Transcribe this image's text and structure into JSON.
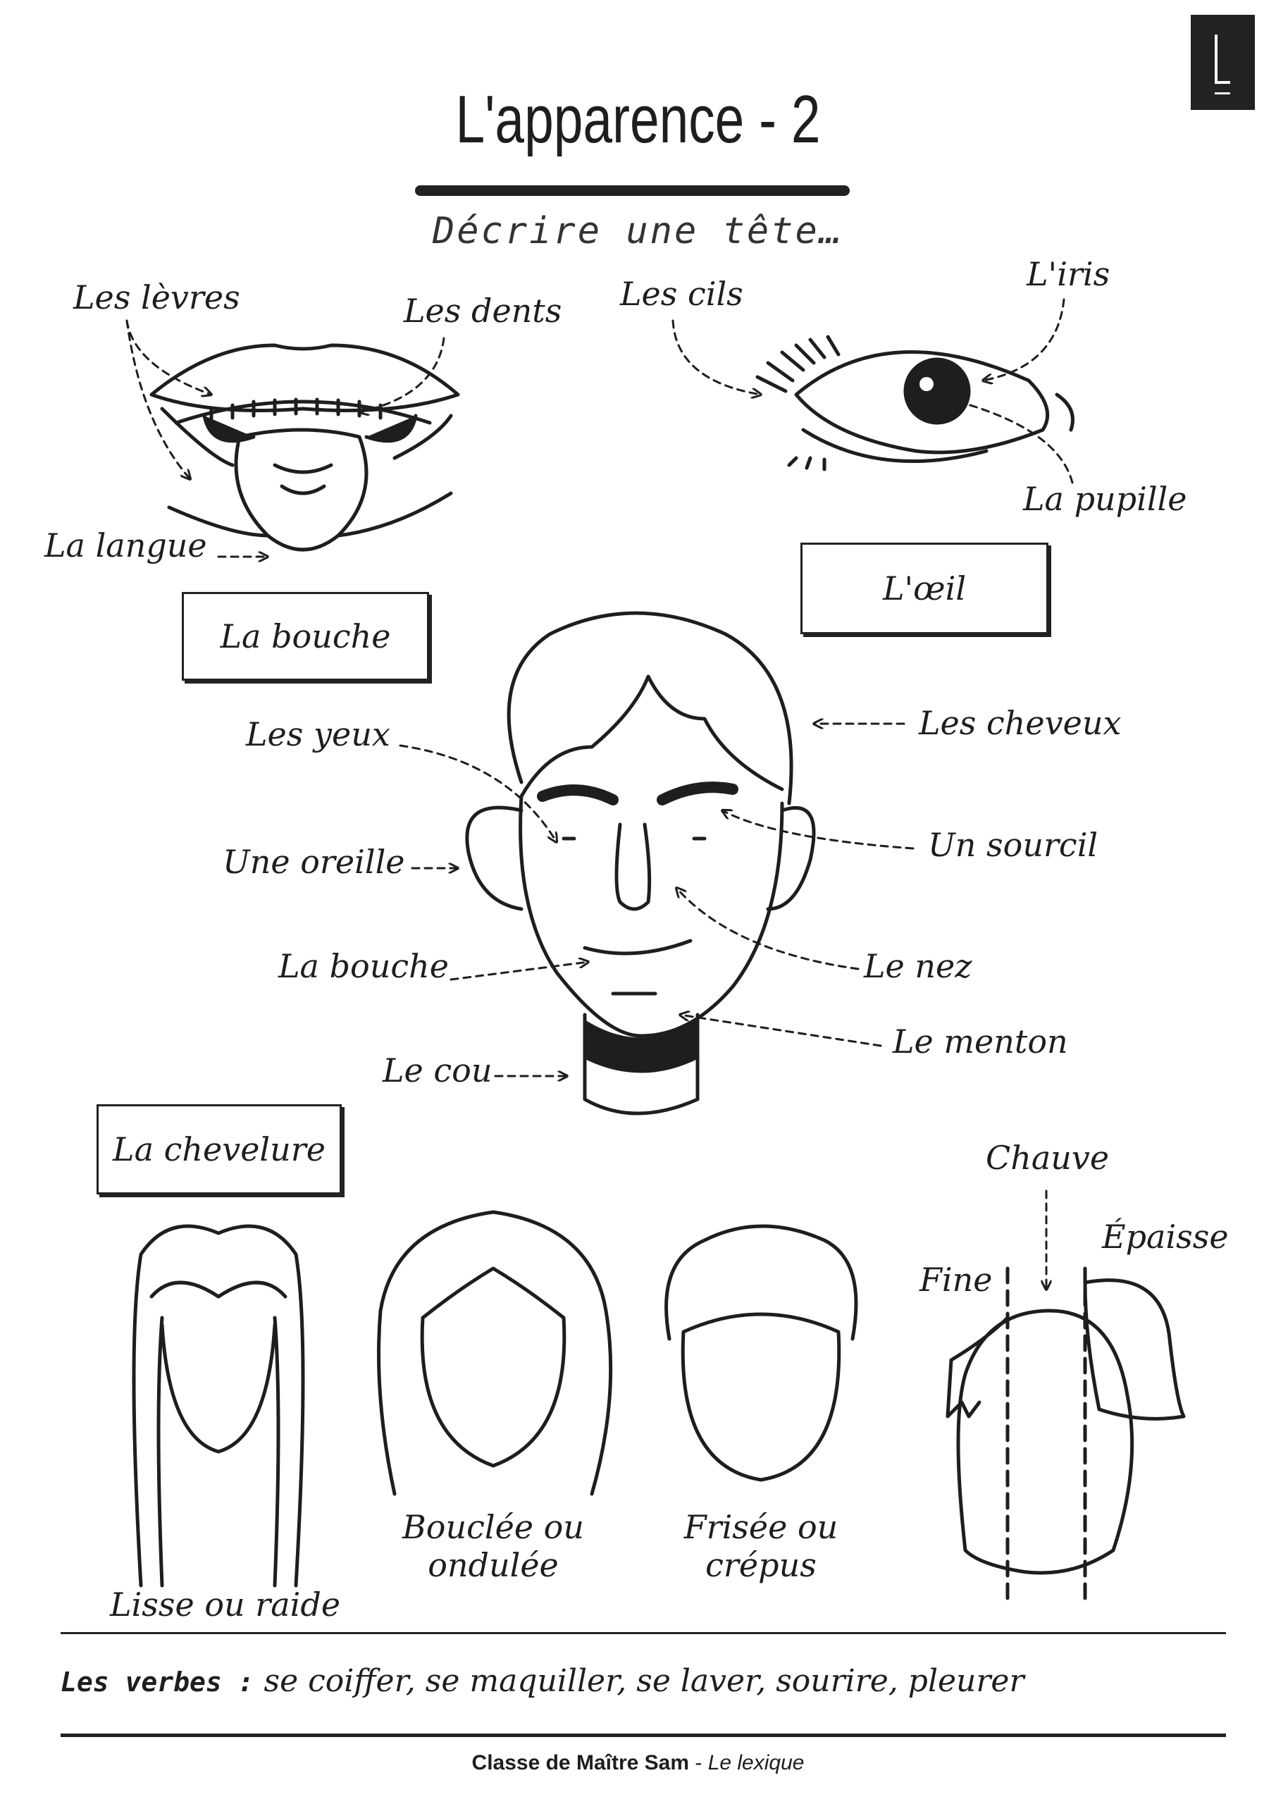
{
  "logo": {
    "letter": "L"
  },
  "header": {
    "title": "L'apparence - 2",
    "subtitle": "Décrire une tête…"
  },
  "mouth": {
    "box_label": "La bouche",
    "labels": {
      "lips": "Les lèvres",
      "teeth": "Les dents",
      "tongue": "La langue"
    }
  },
  "eye": {
    "box_label": "L'œil",
    "labels": {
      "lashes": "Les cils",
      "iris": "L'iris",
      "pupil": "La pupille"
    }
  },
  "head": {
    "labels": {
      "hair": "Les cheveux",
      "eyes": "Les yeux",
      "eyebrow": "Un sourcil",
      "ear": "Une oreille",
      "mouth": "La bouche",
      "nose": "Le nez",
      "chin": "Le menton",
      "neck": "Le cou"
    }
  },
  "hairstyles": {
    "box_label": "La chevelure",
    "items": [
      {
        "line1": "Lisse ou raide",
        "line2": ""
      },
      {
        "line1": "Bouclée ou",
        "line2": "ondulée"
      },
      {
        "line1": "Frisée ou",
        "line2": "crépus"
      }
    ],
    "thickness": {
      "bald": "Chauve",
      "thick": "Épaisse",
      "thin": "Fine"
    }
  },
  "verbs": {
    "label": "Les verbes :",
    "list": "se coiffer, se maquiller, se laver, sourire, pleurer"
  },
  "footer": {
    "author": "Classe de Maître Sam",
    "separator": " - ",
    "series": "Le lexique"
  }
}
